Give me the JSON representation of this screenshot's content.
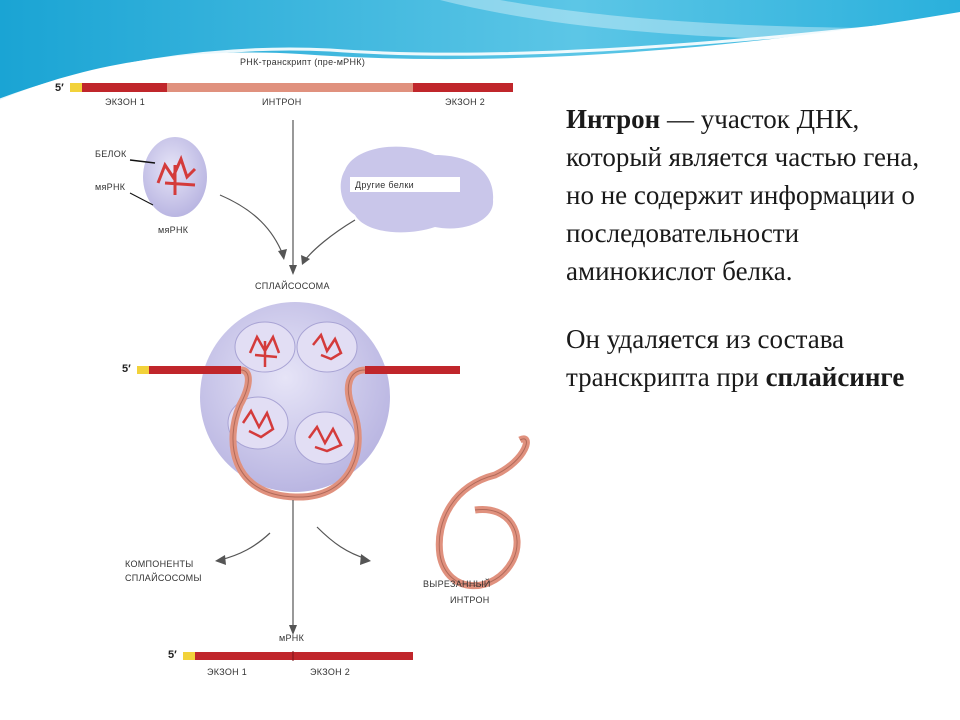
{
  "diagram": {
    "title": "РНК-транскрипт (пре-мРНК)",
    "five_prime": "5′",
    "exon1": "ЭКЗОН 1",
    "intron": "ИНТРОН",
    "exon2": "ЭКЗОН 2",
    "protein": "БЕЛОК",
    "snrna": "мяРНК",
    "snrnp": "мяРНК",
    "other_proteins": "Другие белки",
    "spliceosome": "СПЛАЙСОСОМА",
    "components_line1": "КОМПОНЕНТЫ",
    "components_line2": "СПЛАЙСОСОМЫ",
    "excised_line1": "ВЫРЕЗАННЫЙ",
    "excised_line2": "ИНТРОН",
    "mrna": "мРНК",
    "final_exon1": "ЭКЗОН 1",
    "final_exon2": "ЭКЗОН 2"
  },
  "text": {
    "p1_term": "Интрон",
    "p1_rest": " — участок ДНК, который является частью гена, но не содержит информации о последовательности аминокислот белка.",
    "p2_start": "Он удаляется из состава транскрипта при ",
    "p2_term": "сплайсинге"
  },
  "colors": {
    "exon": "#c0262b",
    "intron": "#e0917e",
    "cap": "#f2d23a",
    "spliceosome": "#c9c6ea",
    "banner": "#3fb8da"
  }
}
